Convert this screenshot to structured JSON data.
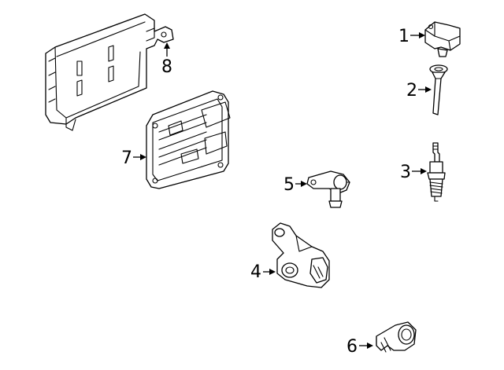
{
  "callouts": [
    {
      "label": "1",
      "part": "ignition-coil"
    },
    {
      "label": "2",
      "part": "coil-boot"
    },
    {
      "label": "3",
      "part": "spark-plug"
    },
    {
      "label": "4",
      "part": "crankshaft-position-sensor"
    },
    {
      "label": "5",
      "part": "camshaft-position-sensor"
    },
    {
      "label": "6",
      "part": "knock-sensor"
    },
    {
      "label": "7",
      "part": "engine-control-module"
    },
    {
      "label": "8",
      "part": "ecm-bracket"
    }
  ]
}
